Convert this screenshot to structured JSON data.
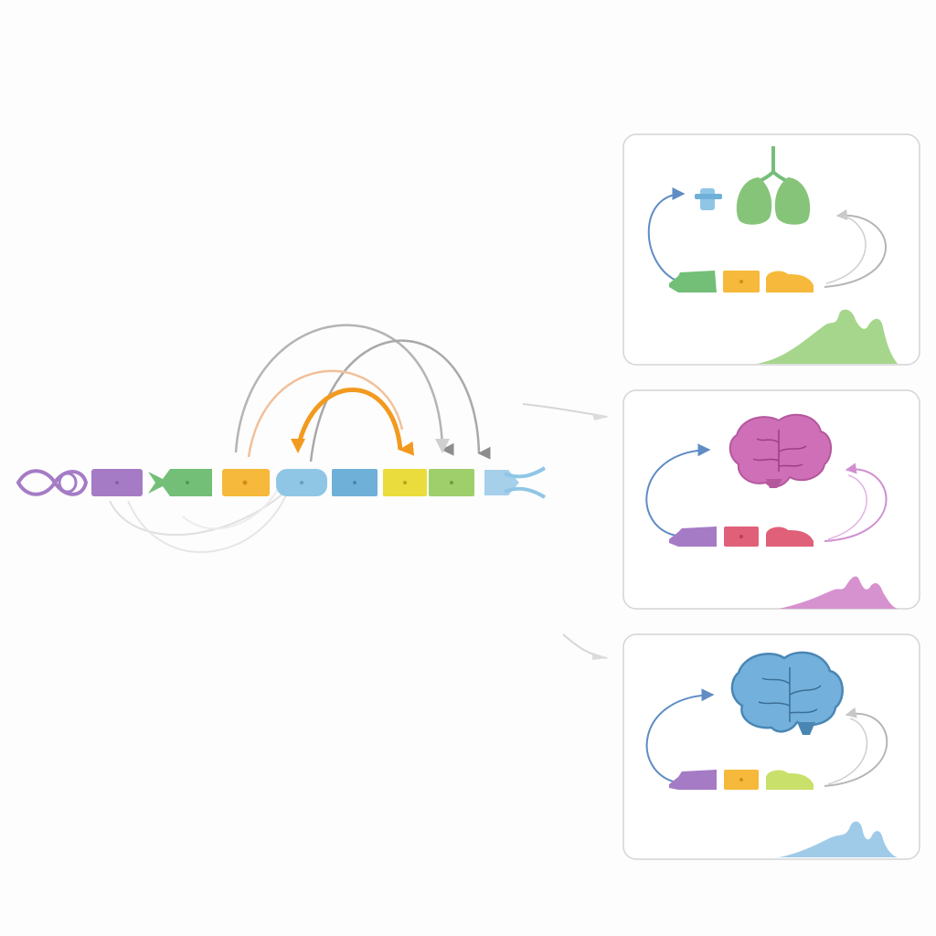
{
  "diagram": {
    "colors": {
      "background": "#fdfdfd",
      "panel_border": "#d4d4d4",
      "arc_gray": "#a9a9a9",
      "arc_light_gray": "#cfcfcf",
      "arc_peach": "#f1c09a",
      "arc_orange": "#f29a1f",
      "purple": "#a57bc6",
      "green": "#73bf78",
      "yellow_orange": "#f6b93b",
      "light_blue": "#8fc6e6",
      "blue": "#6fb0d8",
      "yellow": "#eadc3c",
      "light_green": "#9fcf6a",
      "steel_blue": "#5f8cc4"
    },
    "sequence": {
      "segments": [
        {
          "name": "purple-loop-glyph",
          "color": "#a57bc6"
        },
        {
          "name": "purple-block",
          "color": "#a57bc6"
        },
        {
          "name": "green-fish-block",
          "color": "#73bf78"
        },
        {
          "name": "orange-block",
          "color": "#f6b93b"
        },
        {
          "name": "light-blue-block",
          "color": "#8fc6e6"
        },
        {
          "name": "blue-block",
          "color": "#6fb0d8"
        },
        {
          "name": "yellow-block",
          "color": "#eadc3c"
        },
        {
          "name": "light-green-block",
          "color": "#9fcf6a"
        },
        {
          "name": "blue-tail-glyph",
          "color": "#8fc6e6"
        }
      ]
    },
    "panels": [
      {
        "name": "panel-lungs",
        "organ_icon": "lungs-icon",
        "organ_color": "#86c47a",
        "chain_colors": [
          "#73bf78",
          "#f6b93b",
          "#f6b93b"
        ],
        "peak_color": "#a6d68c",
        "return_arc_color": "#b5b5b5"
      },
      {
        "name": "panel-brain-pink",
        "organ_icon": "brain-icon",
        "organ_color": "#cf6fb8",
        "chain_colors": [
          "#a57bc6",
          "#e0607a",
          "#e0607a"
        ],
        "peak_color": "#d691cf",
        "return_arc_color": "#d08fd0"
      },
      {
        "name": "panel-brain-blue",
        "organ_icon": "brain-icon",
        "organ_color": "#73b1dc",
        "chain_colors": [
          "#a57bc6",
          "#f6b93b",
          "#c9e06a"
        ],
        "peak_color": "#9fcbe8",
        "return_arc_color": "#b5b5b5"
      }
    ]
  }
}
